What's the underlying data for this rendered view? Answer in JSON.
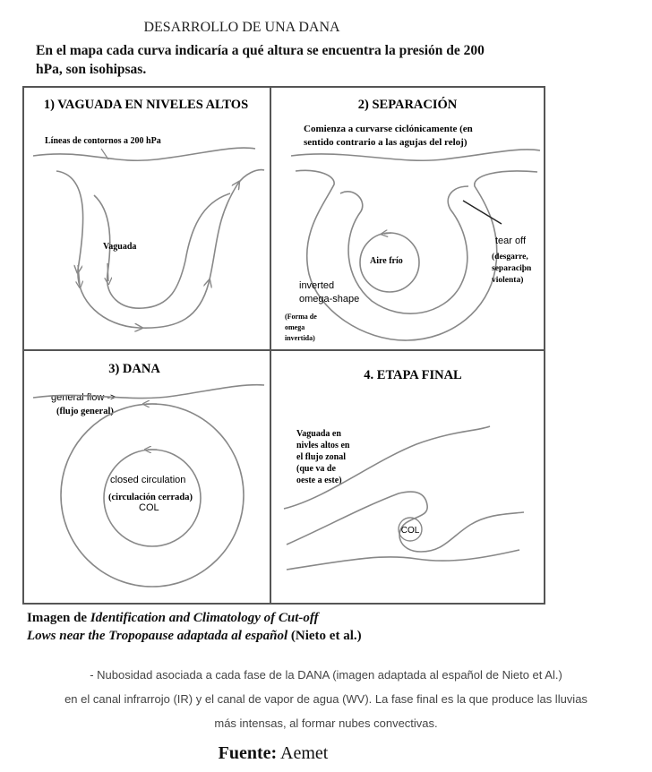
{
  "header": {
    "title": "DESARROLLO DE UNA DANA",
    "intro_line1": "En el mapa cada curva indicaría a qué altura se encuentra la presión de 200",
    "intro_line2": "hPa, son isohipsas."
  },
  "panels": {
    "p1": {
      "title": "1) VAGUADA EN NIVELES ALTOS",
      "contour_label": "Líneas de contornos a 200 hPa",
      "trough_label": "Vaguada"
    },
    "p2": {
      "title": "2) SEPARACIÓN",
      "desc_line1": "Comienza a curvarse ciclónicamente (en",
      "desc_line2": "sentido contrario a las agujas del reloj)",
      "cold_air": "Aire frío",
      "tear_off": "tear off",
      "tear_note_line1": "(desgarre,",
      "tear_note_line2": "separaciþn",
      "tear_note_line3": "violenta)",
      "omega_line1": "inverted",
      "omega_line2": "omega-shape",
      "omega_note_line1": "(Forma de",
      "omega_note_line2": "omega",
      "omega_note_line3": "invertida)"
    },
    "p3": {
      "title": "3) DANA",
      "general_flow": "general flow ->",
      "general_flow_es": "(flujo general)",
      "closed_circ": "closed circulation",
      "closed_circ_es": "(circulación cerrada)",
      "col": "COL"
    },
    "p4": {
      "title": "4. ETAPA FINAL",
      "desc_line1": "Vaguada en",
      "desc_line2": "nivles altos en",
      "desc_line3": "el flujo zonal",
      "desc_line4": "(que va de",
      "desc_line5": "oeste a este)",
      "col": "COL"
    }
  },
  "caption": {
    "line1_a": "Imagen de ",
    "line1_b": "Identification and Climatology of Cut-off",
    "line2_a": "Lows near the Tropopause adaptada al español",
    "line2_b": " (Nieto et al.)"
  },
  "description": {
    "line1": "- Nubosidad asociada a cada fase de la DANA (imagen adaptada al español de Nieto et Al.)",
    "line2": "en el canal infrarrojo (IR) y el canal de vapor de agua (WV). La fase final es la que produce las lluvias",
    "line3": "más intensas, al formar nubes convectivas."
  },
  "source": {
    "label": "Fuente:",
    "value": " Aemet"
  },
  "colors": {
    "line": "#888888",
    "frame": "#555555",
    "text": "#111111"
  }
}
